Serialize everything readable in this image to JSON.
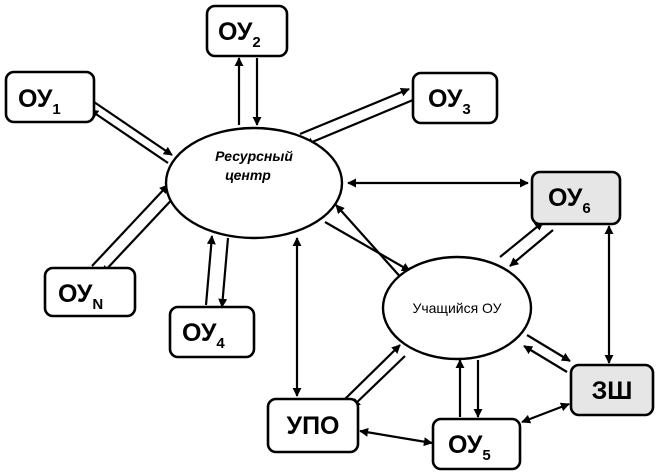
{
  "nodes": {
    "resource_center": {
      "label_line1": "Ресурсный",
      "label_line2": "центр"
    },
    "student": {
      "label": "Учащийся ОУ"
    },
    "ou1": {
      "main": "ОУ",
      "sub": "1"
    },
    "ou2": {
      "main": "ОУ",
      "sub": "2"
    },
    "ou3": {
      "main": "ОУ",
      "sub": "3"
    },
    "ou4": {
      "main": "ОУ",
      "sub": "4"
    },
    "ou5": {
      "main": "ОУ",
      "sub": "5"
    },
    "ou6": {
      "main": "ОУ",
      "sub": "6"
    },
    "oun": {
      "main": "ОУ",
      "sub": "N"
    },
    "upo": {
      "label": "УПО"
    },
    "zsh": {
      "label": "ЗШ"
    }
  },
  "colors": {
    "stroke": "#000000",
    "box_fill": "#ffffff",
    "highlight_fill": "#e6e6e6"
  }
}
